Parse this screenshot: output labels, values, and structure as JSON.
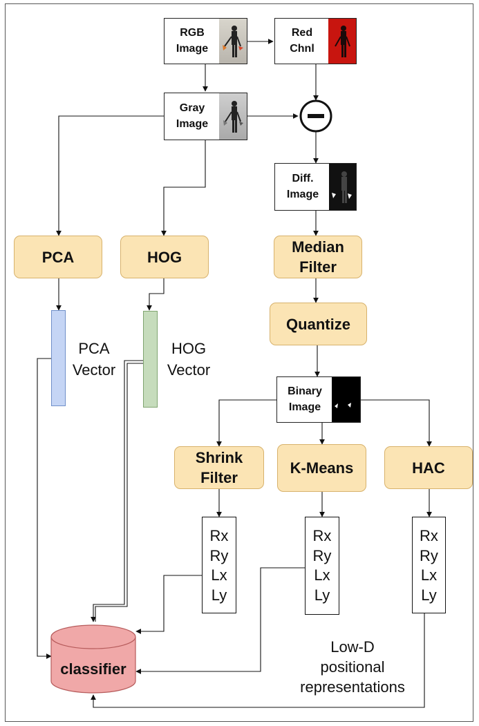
{
  "diagram": {
    "inputs": {
      "rgb_image": "RGB\nImage",
      "red_channel": "Red\nChnl",
      "gray_image": "Gray\nImage",
      "diff_image": "Diff.\nImage",
      "binary_image": "Binary\nImage"
    },
    "operator_symbol": "minus",
    "processes": {
      "pca": "PCA",
      "hog": "HOG",
      "median_filter": "Median\nFilter",
      "quantize": "Quantize",
      "shrink_filter": "Shrink\nFilter",
      "kmeans": "K-Means",
      "hac": "HAC"
    },
    "vectors": {
      "pca_vector": "PCA\nVector",
      "hog_vector": "HOG\nVector"
    },
    "feature_lists": {
      "shrink": [
        "Rx",
        "Ry",
        "Lx",
        "Ly"
      ],
      "kmeans": [
        "Rx",
        "Ry",
        "Lx",
        "Ly"
      ],
      "hac": [
        "Rx",
        "Ry",
        "Lx",
        "Ly"
      ]
    },
    "classifier": "classifier",
    "annotation": "Low-D\npositional\nrepresentations"
  },
  "colors": {
    "process_fill": "#fbe4b4",
    "process_border": "#d7b16b",
    "pca_vector_fill": "#c5d5f5",
    "pca_vector_border": "#6f8fc9",
    "hog_vector_fill": "#c6dcbc",
    "hog_vector_border": "#7fa46f",
    "classifier_fill": "#f0a8a8",
    "classifier_border": "#b65b5b",
    "red_channel": "#c8150f"
  }
}
